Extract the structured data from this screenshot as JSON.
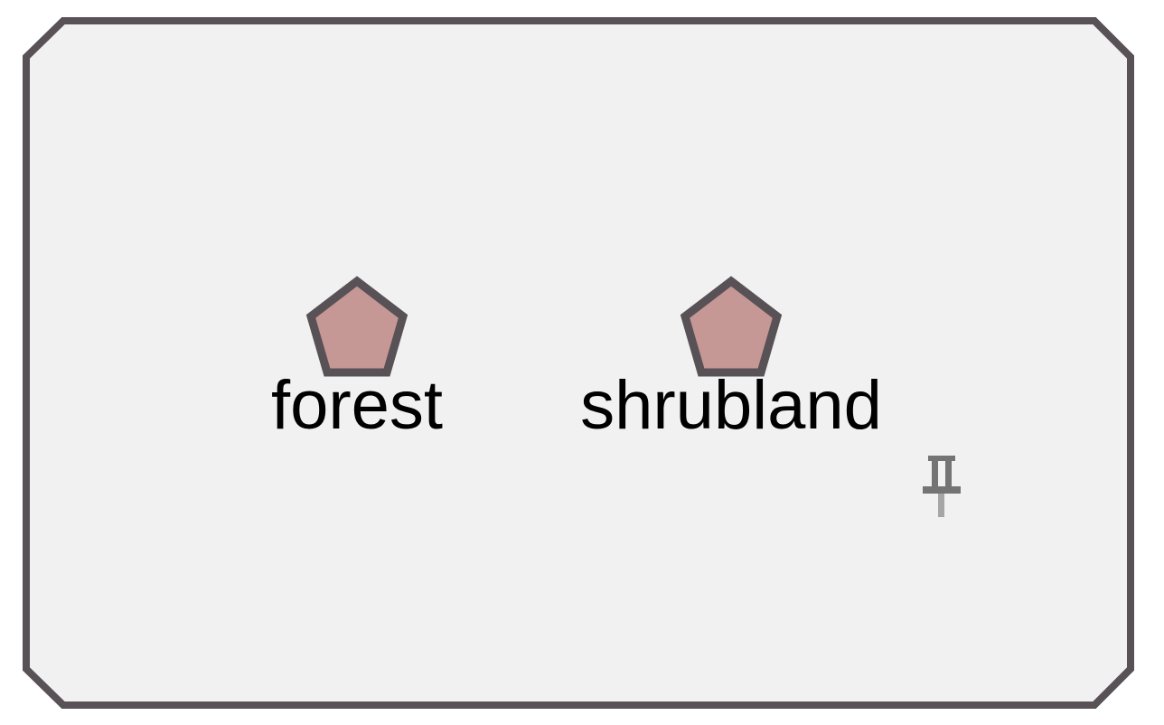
{
  "colors": {
    "panel_fill": "#f1f1f1",
    "panel_stroke": "#585156",
    "node_fill": "#c59795",
    "node_stroke": "#585156",
    "label_color": "#000000",
    "pin_color": "#555555"
  },
  "nodes": [
    {
      "id": "forest",
      "label": "forest",
      "shape": "pentagon"
    },
    {
      "id": "shrubland",
      "label": "shrubland",
      "shape": "pentagon"
    }
  ],
  "pin": {
    "icon": "pushpin-icon"
  }
}
